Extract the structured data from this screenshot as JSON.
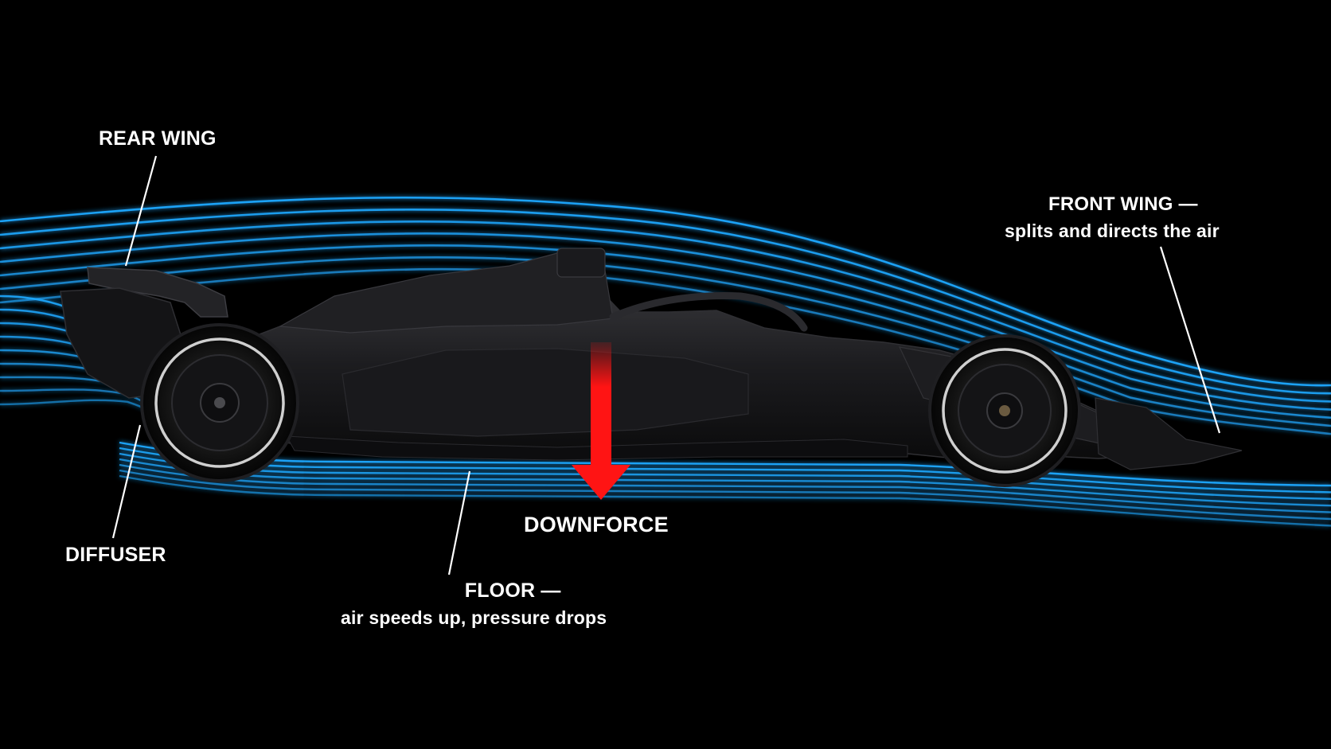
{
  "labels": {
    "rear_wing": "REAR WING",
    "front_wing_title": "FRONT WING —",
    "front_wing_desc": "splits and directs the air",
    "diffuser": "DIFFUSER",
    "downforce": "DOWNFORCE",
    "floor_title": "FLOOR —",
    "floor_desc": "air speeds up, pressure drops"
  },
  "colors": {
    "background": "#000000",
    "airflow": "#1ea8ff",
    "airflow_glow": "#0a6fd6",
    "downforce_arrow": "#ff1414",
    "car_body": "#1b1b1d",
    "label_text": "#ffffff"
  }
}
